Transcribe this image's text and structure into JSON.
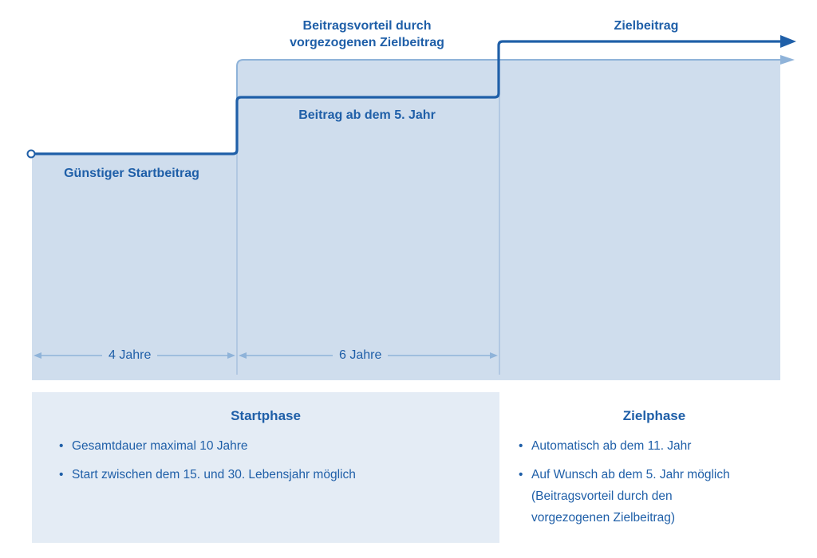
{
  "diagram": {
    "labels": {
      "start_contribution": "Günstiger Startbeitrag",
      "contribution_year5": "Beitrag ab dem 5. Jahr",
      "contribution_advantage": "Beitragsvorteil durch vorgezogenen Zielbeitrag",
      "target_contribution": "Zielbeitrag"
    },
    "durations": {
      "first": "4 Jahre",
      "second": "6 Jahre"
    },
    "colors": {
      "dark_blue": "#1f5fa8",
      "light_blue_fill": "#cfdded",
      "panel_fill": "#e4ecf5",
      "light_line": "#8fb3d9"
    }
  },
  "phases": {
    "start": {
      "title": "Startphase",
      "bullets": [
        "Gesamtdauer maximal 10 Jahre",
        "Start zwischen dem 15. und 30. Lebensjahr möglich"
      ]
    },
    "goal": {
      "title": "Zielphase",
      "bullets": [
        "Automatisch ab dem 11. Jahr",
        "Auf Wunsch ab dem 5. Jahr möglich",
        "(Beitragsvorteil durch den",
        "vorgezogenen Zielbeitrag)"
      ]
    }
  }
}
